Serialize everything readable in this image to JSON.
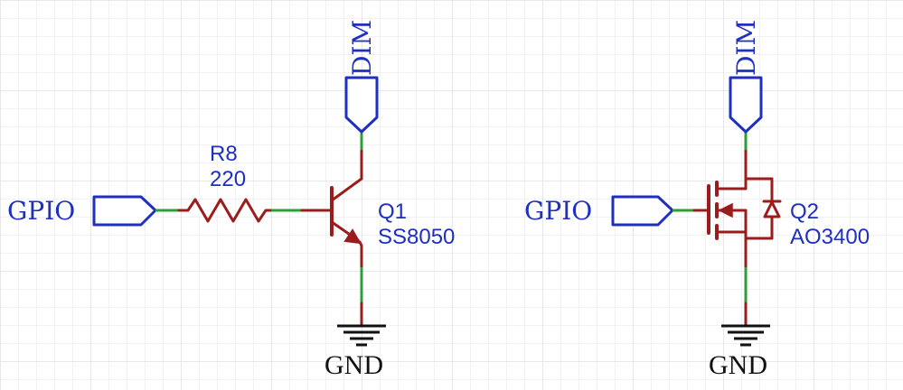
{
  "grid": {
    "minor_color": "#e6e6e6",
    "major_color": "#d2d2d2"
  },
  "colors": {
    "wire": "#9b1c1c",
    "terminal": "#2e9e3a",
    "net_label": "#1f2fbf",
    "ground_text": "#111111"
  },
  "circuits": [
    {
      "input_label": "GPIO",
      "supply_label": "DIM",
      "ground_label": "GND",
      "resistor": {
        "ref": "R8",
        "value": "220"
      },
      "device": {
        "ref": "Q1",
        "part": "SS8050",
        "type": "NPN transistor"
      }
    },
    {
      "input_label": "GPIO",
      "supply_label": "DIM",
      "ground_label": "GND",
      "device": {
        "ref": "Q2",
        "part": "AO3400",
        "type": "N-channel MOSFET"
      }
    }
  ]
}
